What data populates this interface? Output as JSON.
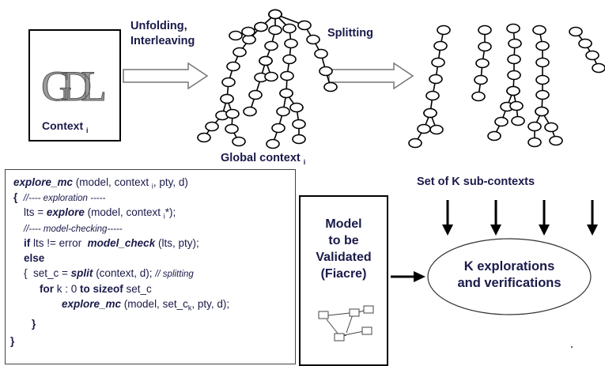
{
  "context_box": {
    "logo_text": "GDL",
    "label": "Context",
    "label_sub": "i"
  },
  "arrow1": {
    "line1": "Unfolding,",
    "line2": "Interleaving"
  },
  "arrow2": {
    "label": "Splitting"
  },
  "global_context": {
    "label": "Global context",
    "sub": "i"
  },
  "subcontexts": {
    "label": "Set of K sub-contexts"
  },
  "code": {
    "l1": {
      "fn": "explore_mc",
      "a": " (model, context ",
      "sub": "i",
      "b": ", pty, d)"
    },
    "l2": {
      "brace": "{",
      "comment": "//---- exploration -----"
    },
    "l3": {
      "a": "lts = ",
      "fn": "explore",
      "b": " (model, context ",
      "sub": "i",
      "c": "*);"
    },
    "l4": {
      "comment": "//---- model-checking-----"
    },
    "l5": {
      "kw": "if",
      "a": " lts != error  ",
      "fn": "model_check",
      "b": " (lts, pty);"
    },
    "l6": {
      "kw": "else"
    },
    "l7": {
      "a": "{  set_c = ",
      "fn": "split",
      "b": " (context, d); ",
      "comment": "// splitting"
    },
    "l8": {
      "kw1": "for",
      "a": " k : 0 ",
      "kw2": "to sizeof",
      "b": " set_c"
    },
    "l9": {
      "fn": "explore_mc",
      "a": " (model, set_c",
      "sub": "k",
      "b": ", pty, d);"
    },
    "l10": {
      "text": "}"
    },
    "l11": {
      "text": "}"
    }
  },
  "model_box": {
    "line1": "Model",
    "line2": "to be",
    "line3": "Validated",
    "line4": "(Fiacre)"
  },
  "ellipse": {
    "line1": "K explorations",
    "line2": "and verifications"
  }
}
